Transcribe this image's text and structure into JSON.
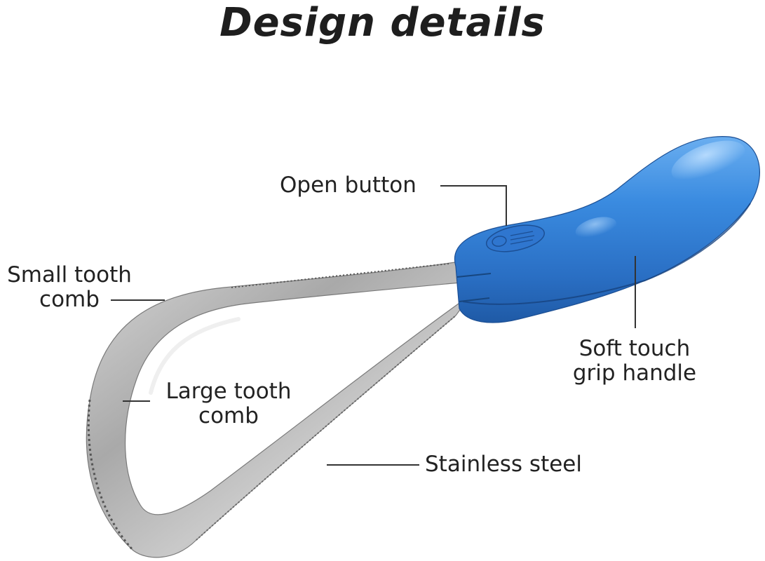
{
  "title": "Design details",
  "callouts": {
    "open_button": [
      "Open button"
    ],
    "small_tooth_comb": [
      "Small tooth",
      "comb"
    ],
    "large_tooth_comb": [
      "Large tooth",
      "comb"
    ],
    "stainless_steel": [
      "Stainless steel"
    ],
    "soft_touch_grip": [
      "Soft touch",
      "grip handle"
    ]
  },
  "colors": {
    "handle": "#2f7fd6",
    "blade": "#b8b8b8",
    "text": "#222222",
    "leader_line": "#333333"
  },
  "icons": [
    "shedding-blade",
    "blue-handle",
    "open-button-icon"
  ]
}
